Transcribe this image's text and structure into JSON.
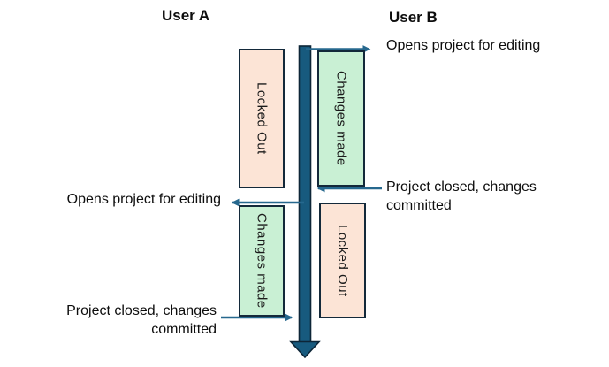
{
  "diagram": {
    "type": "sequence-timeline",
    "title_a": "User A",
    "title_b": "User B",
    "boxes": {
      "a_locked": "Locked Out",
      "a_changes": "Changes made",
      "b_changes": "Changes made",
      "b_locked": "Locked Out"
    },
    "events": {
      "b_open": "Opens project for editing",
      "b_commit": "Project closed, changes committed",
      "a_open": "Opens project for editing",
      "a_commit": "Project closed, changes committed"
    },
    "colors": {
      "timeline_fill": "#175a7e",
      "timeline_border": "#0d2537",
      "arrow": "#26688e",
      "locked_fill": "#fce4d6",
      "changes_fill": "#c9f0d4",
      "box_border": "#13293a",
      "text": "#0d0d0d"
    }
  }
}
